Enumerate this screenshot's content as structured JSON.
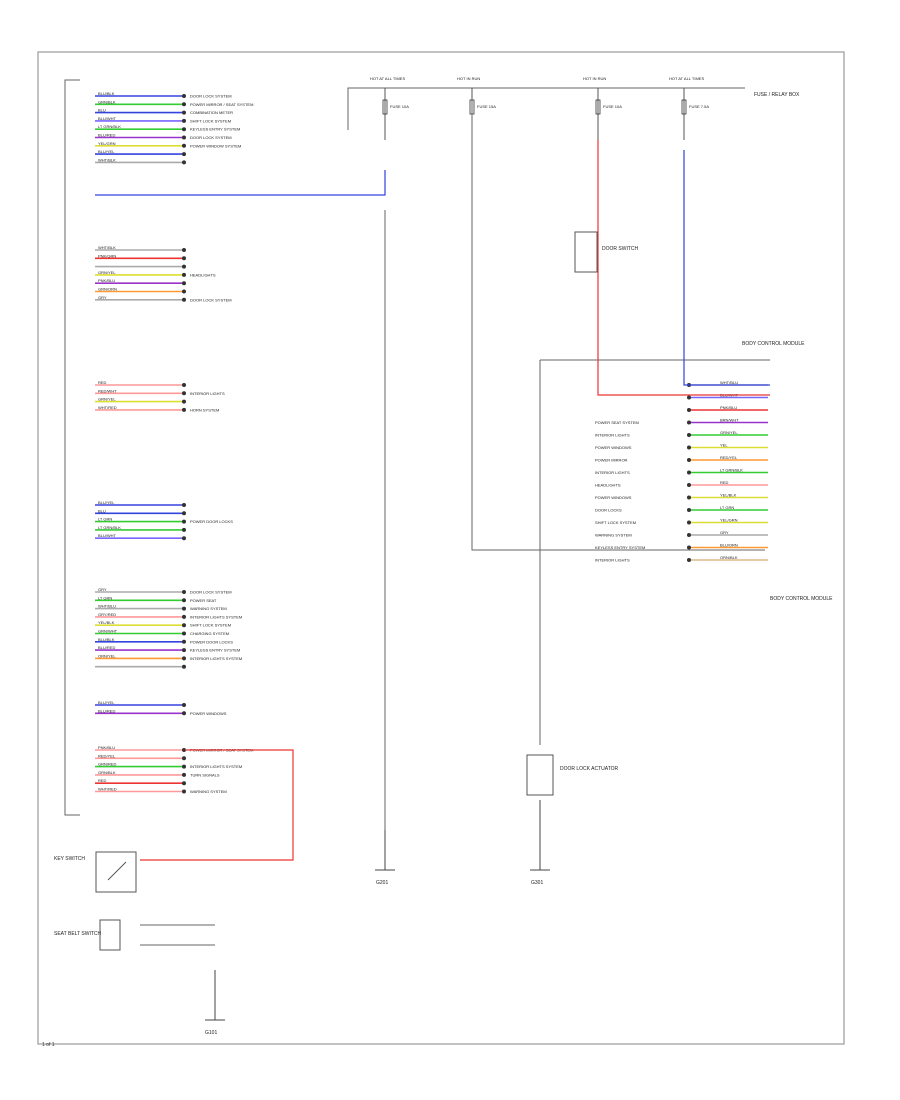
{
  "footer": {
    "code": "1 of 1"
  },
  "colors": {
    "frame": "#999999",
    "blue": "#3344dd",
    "red": "#ee3333",
    "green": "#33cc33",
    "purple": "#9933cc",
    "orange": "#ff9933",
    "yellow": "#dddd33",
    "pink": "#ff9999",
    "tan": "#ddbb88",
    "violet": "#7766ff"
  },
  "left_connector": {
    "groups": [
      {
        "rows": [
          {
            "pin": "",
            "wire": "BLU/BLK",
            "color": "#3344dd",
            "dest": "DOOR LOCK SYSTEM"
          },
          {
            "pin": "",
            "wire": "GRN/BLK",
            "color": "#33cc33",
            "dest": "POWER MIRROR / SEAT SYSTEM"
          },
          {
            "pin": "",
            "wire": "BLU",
            "color": "#3344dd",
            "dest": "COMBINATION METER"
          },
          {
            "pin": "",
            "wire": "BLU/WHT",
            "color": "#7766ff",
            "dest": "SHIFT LOCK SYSTEM"
          },
          {
            "pin": "",
            "wire": "LT GRN/BLK",
            "color": "#33cc33",
            "dest": "KEYLESS ENTRY SYSTEM"
          },
          {
            "pin": "",
            "wire": "BLU/RED",
            "color": "#9933cc",
            "dest": "DOOR LOCK SYSTEM"
          },
          {
            "pin": "",
            "wire": "YEL/GRN",
            "color": "#dddd33",
            "dest": "POWER WINDOW SYSTEM"
          },
          {
            "pin": "",
            "wire": "BLU/YEL",
            "color": "#3344dd",
            "dest": ""
          },
          {
            "pin": "",
            "wire": "WHT/BLK",
            "color": "#aaaaaa",
            "dest": ""
          }
        ]
      },
      {
        "rows": [
          {
            "pin": "",
            "wire": "WHT/BLK",
            "color": "#aaaaaa",
            "dest": ""
          },
          {
            "pin": "",
            "wire": "PNK/GRN",
            "color": "#ee3333",
            "dest": ""
          },
          {
            "pin": "",
            "wire": "",
            "color": "#aaaaaa",
            "dest": ""
          },
          {
            "pin": "",
            "wire": "GRN/YEL",
            "color": "#dddd33",
            "dest": "HEADLIGHTS"
          },
          {
            "pin": "",
            "wire": "PNK/BLU",
            "color": "#9933cc",
            "dest": ""
          },
          {
            "pin": "",
            "wire": "GRN/ORN",
            "color": "#ff9933",
            "dest": ""
          },
          {
            "pin": "",
            "wire": "GRY",
            "color": "#aaaaaa",
            "dest": "DOOR LOCK SYSTEM"
          }
        ]
      },
      {
        "rows": [
          {
            "pin": "",
            "wire": "RED",
            "color": "#ff9999",
            "dest": ""
          },
          {
            "pin": "",
            "wire": "RED/WHT",
            "color": "#ff9999",
            "dest": "INTERIOR LIGHTS"
          },
          {
            "pin": "",
            "wire": "GRN/YEL",
            "color": "#dddd33",
            "dest": ""
          },
          {
            "pin": "",
            "wire": "WHT/RED",
            "color": "#ff9999",
            "dest": "HORN SYSTEM"
          }
        ]
      },
      {
        "rows": [
          {
            "pin": "",
            "wire": "BLU/YEL",
            "color": "#3344dd",
            "dest": ""
          },
          {
            "pin": "",
            "wire": "BLU",
            "color": "#3344dd",
            "dest": ""
          },
          {
            "pin": "",
            "wire": "LT GRN",
            "color": "#33cc33",
            "dest": "POWER DOOR LOCKS"
          },
          {
            "pin": "",
            "wire": "LT GRN/BLK",
            "color": "#33cc33",
            "dest": ""
          },
          {
            "pin": "",
            "wire": "BLU/WHT",
            "color": "#7766ff",
            "dest": ""
          }
        ]
      },
      {
        "rows": [
          {
            "pin": "",
            "wire": "GRY",
            "color": "#aaaaaa",
            "dest": "DOOR LOCK SYSTEM"
          },
          {
            "pin": "",
            "wire": "LT GRN",
            "color": "#33cc33",
            "dest": "POWER SEAT"
          },
          {
            "pin": "",
            "wire": "WHT/BLU",
            "color": "#aaaaaa",
            "dest": "WARNING SYSTEM"
          },
          {
            "pin": "",
            "wire": "GRY/RED",
            "color": "#ff9999",
            "dest": "INTERIOR LIGHTS SYSTEM"
          },
          {
            "pin": "",
            "wire": "YEL/BLK",
            "color": "#dddd33",
            "dest": "SHIFT LOCK SYSTEM"
          },
          {
            "pin": "",
            "wire": "GRN/WHT",
            "color": "#33cc33",
            "dest": "CHARGING SYSTEM"
          },
          {
            "pin": "",
            "wire": "BLU/BLK",
            "color": "#3344dd",
            "dest": "POWER DOOR LOCKS"
          },
          {
            "pin": "",
            "wire": "BLU/RED",
            "color": "#9933cc",
            "dest": "KEYLESS ENTRY SYSTEM"
          },
          {
            "pin": "",
            "wire": "ORN/YEL",
            "color": "#ff9933",
            "dest": "INTERIOR LIGHTS SYSTEM"
          },
          {
            "pin": "",
            "wire": "",
            "color": "#aaaaaa",
            "dest": ""
          }
        ]
      },
      {
        "rows": [
          {
            "pin": "",
            "wire": "BLU/YEL",
            "color": "#3344dd",
            "dest": ""
          },
          {
            "pin": "",
            "wire": "BLU/RED",
            "color": "#9933cc",
            "dest": "POWER WINDOWS"
          }
        ]
      },
      {
        "rows": [
          {
            "pin": "",
            "wire": "PNK/BLU",
            "color": "#ff9999",
            "dest": "POWER MIRROR / SEAT SYSTEM"
          },
          {
            "pin": "",
            "wire": "RED/YEL",
            "color": "#ff9999",
            "dest": ""
          },
          {
            "pin": "",
            "wire": "GRN/RED",
            "color": "#33cc33",
            "dest": "INTERIOR LIGHTS SYSTEM"
          },
          {
            "pin": "",
            "wire": "GRN/BLK",
            "color": "#ff9999",
            "dest": "TURN SIGNALS"
          },
          {
            "pin": "",
            "wire": "RED",
            "color": "#ee3333",
            "dest": ""
          },
          {
            "pin": "",
            "wire": "WHT/RED",
            "color": "#ff9999",
            "dest": "WARNING SYSTEM"
          }
        ]
      }
    ]
  },
  "fuses": [
    {
      "label": "HOT AT ALL TIMES",
      "desc": "FUSE 10A"
    },
    {
      "label": "HOT IN RUN",
      "desc": "FUSE 15A"
    },
    {
      "label": "HOT IN RUN",
      "desc": "FUSE 10A"
    },
    {
      "label": "HOT AT ALL TIMES",
      "desc": "FUSE 7.5A"
    }
  ],
  "fuse_box_label": "FUSE / RELAY BOX",
  "right_connector": {
    "label": "BODY CONTROL MODULE",
    "rows": [
      {
        "wire": "WHT/BLU",
        "color": "#aaaaaa",
        "dest": ""
      },
      {
        "wire": "BLU/WHT",
        "color": "#7766ff",
        "dest": ""
      },
      {
        "wire": "PNK/BLU",
        "color": "#ee3333",
        "dest": ""
      },
      {
        "wire": "BRN/WHT",
        "color": "#9933cc",
        "dest": "POWER SEAT SYSTEM"
      },
      {
        "wire": "GRN/YEL",
        "color": "#33cc33",
        "dest": "INTERIOR LIGHTS"
      },
      {
        "wire": "YEL",
        "color": "#dddd33",
        "dest": "POWER WINDOWS"
      },
      {
        "wire": "RED/YEL",
        "color": "#ff9933",
        "dest": "POWER MIRROR"
      },
      {
        "wire": "LT GRN/BLK",
        "color": "#33cc33",
        "dest": "INTERIOR LIGHTS"
      },
      {
        "wire": "RED",
        "color": "#ff9999",
        "dest": "HEADLIGHTS"
      },
      {
        "wire": "YEL/BLK",
        "color": "#dddd33",
        "dest": "POWER WINDOWS"
      },
      {
        "wire": "LT GRN",
        "color": "#33cc33",
        "dest": "DOOR LOCKS"
      },
      {
        "wire": "YEL/GRN",
        "color": "#dddd33",
        "dest": "SHIFT LOCK SYSTEM"
      },
      {
        "wire": "GRY",
        "color": "#aaaaaa",
        "dest": "WARNING SYSTEM"
      },
      {
        "wire": "BLU/ORN",
        "color": "#ff9933",
        "dest": "KEYLESS ENTRY SYSTEM"
      },
      {
        "wire": "ORN/BLK",
        "color": "#ddbb88",
        "dest": "INTERIOR LIGHTS"
      }
    ]
  },
  "components": [
    {
      "label": "BODY CONTROL MODULE"
    },
    {
      "label": "DOOR SWITCH"
    },
    {
      "label": "KEY SWITCH"
    },
    {
      "label": "G101"
    },
    {
      "label": "G201"
    },
    {
      "label": "G301"
    },
    {
      "label": "DOOR LOCK ACTUATOR"
    },
    {
      "label": "SEAT BELT SWITCH"
    }
  ],
  "ground_labels": [
    "G101",
    "G201",
    "G301"
  ]
}
